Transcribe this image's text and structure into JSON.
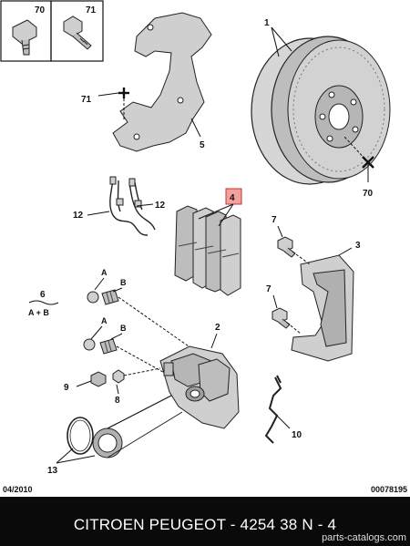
{
  "labels": {
    "top_left_a": "70",
    "top_left_b": "71",
    "disc": "1",
    "caliper": "2",
    "bracket": "3",
    "pads": "4",
    "shield": "5",
    "kit": "6",
    "kit_sub": "A + B",
    "bolt_upper": "7",
    "bolt_lower": "7",
    "bleed": "8",
    "cap": "9",
    "clip": "10",
    "shield_bolt": "71",
    "disc_screw": "70",
    "sensor_left": "12",
    "sensor_right": "12",
    "seal": "13",
    "pin_a1": "A",
    "pin_b1": "B",
    "pin_a2": "A",
    "pin_b2": "B"
  },
  "pads_highlight_color": "#f2a0a0",
  "footer": {
    "date": "04/2010",
    "code": "00078195",
    "title": "CITROEN PEUGEOT - 4254 38    N - 4",
    "watermark": "parts-catalogs.com"
  }
}
